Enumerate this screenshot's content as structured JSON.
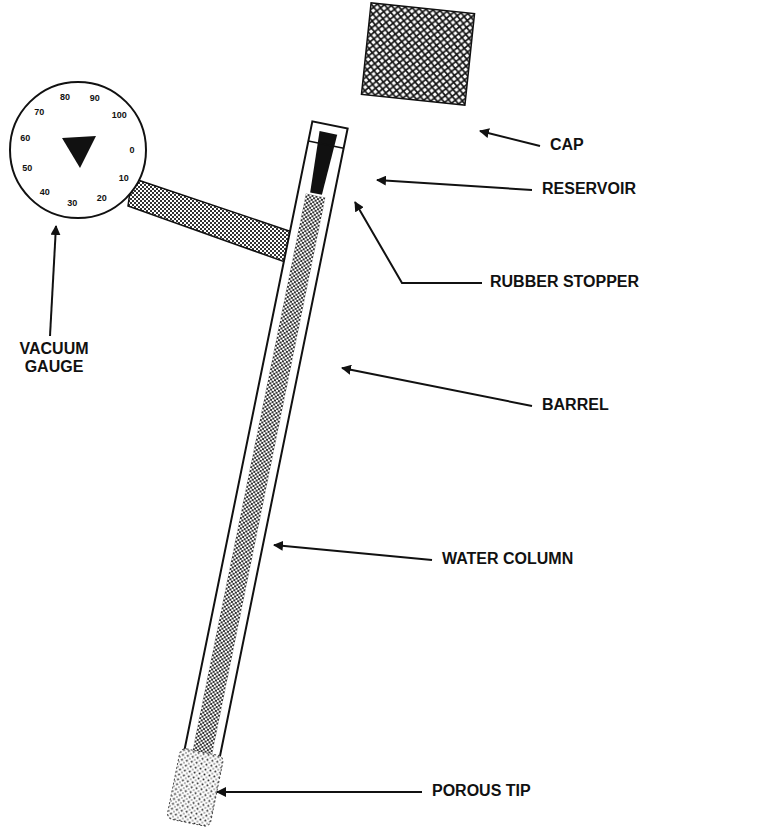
{
  "diagram": {
    "labels": [
      "CAP",
      "RESERVOIR",
      "RUBBER STOPPER",
      "VACUUM GAUGE",
      "BARREL",
      "WATER COLUMN",
      "POROUS TIP",
      "0",
      "10",
      "20",
      "30",
      "40",
      "50",
      "60",
      "70",
      "80",
      "90",
      "100"
    ]
  }
}
